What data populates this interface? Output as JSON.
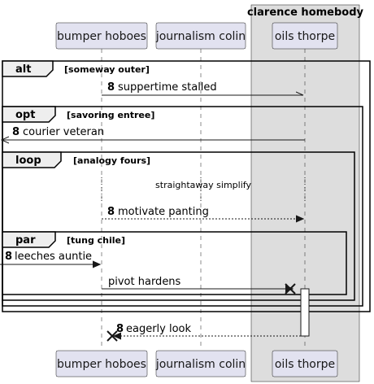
{
  "group_box": {
    "title": "clarence homebody"
  },
  "participants": [
    {
      "name": "bumper hoboes"
    },
    {
      "name": "journalism colin"
    },
    {
      "name": "oils thorpe"
    }
  ],
  "fragments": {
    "alt": {
      "label": "alt",
      "condition": "[someway outer]"
    },
    "opt": {
      "label": "opt",
      "condition": "[savoring entree]"
    },
    "loop": {
      "label": "loop",
      "condition": "[analogy fours]"
    },
    "par": {
      "label": "par",
      "condition": "[tung chile]"
    }
  },
  "messages": [
    {
      "num": "8",
      "text": "suppertime stalled"
    },
    {
      "num": "8",
      "text": "courier veteran"
    },
    {
      "num": "",
      "text": "straightaway simplify"
    },
    {
      "num": "8",
      "text": "motivate panting"
    },
    {
      "num": "8",
      "text": "leeches auntie"
    },
    {
      "num": "",
      "text": "pivot hardens"
    },
    {
      "num": "8",
      "text": "eagerly look"
    }
  ]
}
